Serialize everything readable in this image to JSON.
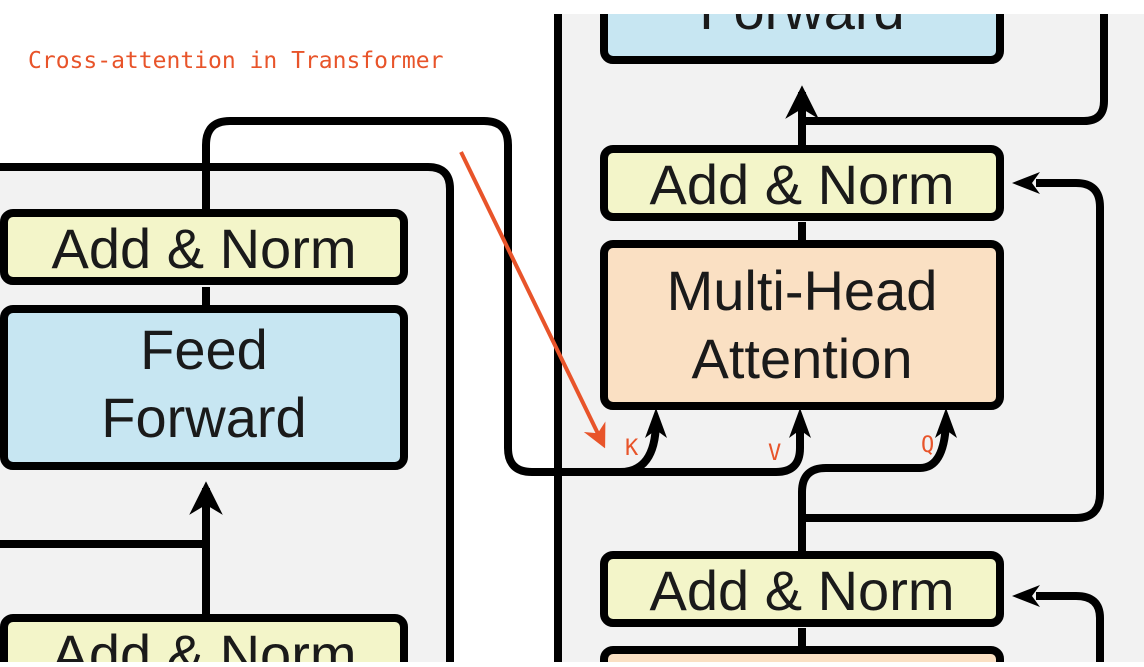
{
  "annotation": {
    "title": "Cross-attention in Transformer",
    "color": "#e8542a"
  },
  "encoder": {
    "add_norm_top": "Add & Norm",
    "feed_forward_line1": "Feed",
    "feed_forward_line2": "Forward",
    "add_norm_bottom": "Add & Norm"
  },
  "decoder": {
    "feed_forward_partial": "Forward",
    "add_norm_upper": "Add & Norm",
    "mha_line1": "Multi-Head",
    "mha_line2": "Attention",
    "add_norm_lower": "Add & Norm",
    "input_labels": {
      "k": "K",
      "v": "V",
      "q": "Q"
    }
  },
  "colors": {
    "add_norm_fill": "#f3f5c9",
    "feed_forward_fill": "#c7e6f2",
    "attention_fill": "#fae0c3",
    "panel_fill": "#f2f2f2",
    "stroke": "#000000"
  }
}
